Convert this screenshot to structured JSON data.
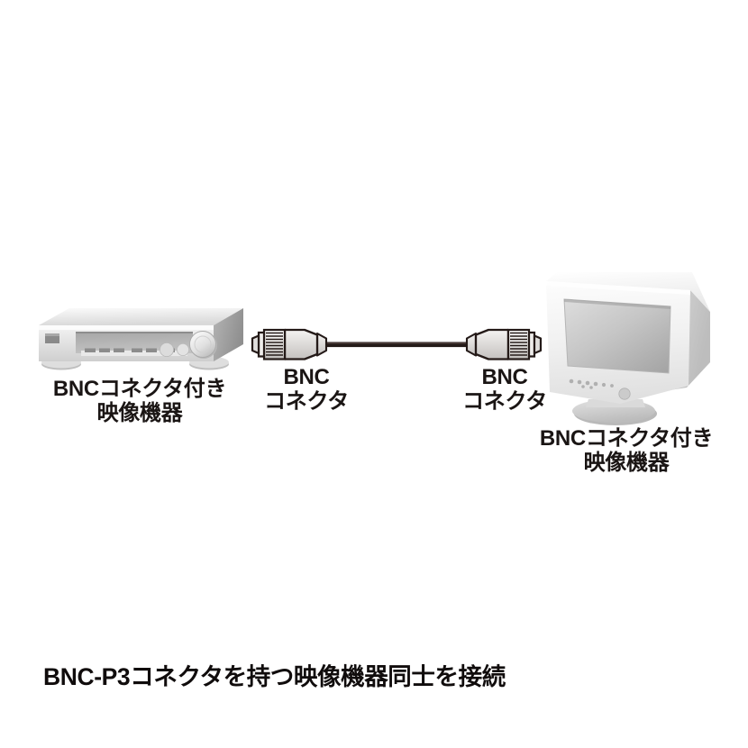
{
  "diagram": {
    "title_caption": "BNC-P3コネクタを持つ映像機器同士を接続",
    "labels": {
      "source_device": "BNCコネクタ付き\n映像機器",
      "connector_left": "BNC\nコネクタ",
      "connector_right": "BNC\nコネクタ",
      "dest_device": "BNCコネクタ付き\n映像機器"
    },
    "icons": {
      "source": "av-receiver-icon",
      "destination": "crt-monitor-icon",
      "cable": "bnc-coaxial-cable-icon",
      "connector_left": "bnc-connector-icon",
      "connector_right": "bnc-connector-icon"
    },
    "colors": {
      "background": "#ffffff",
      "text": "#1a1514",
      "caption_text": "#100c0c",
      "cable": "#241a18",
      "connector_outline": "#241a18",
      "connector_body_light": "#e3e1df",
      "connector_body_mid": "#c9c7c5",
      "device_light": "#f2f2f2",
      "device_mid": "#d6d6d6",
      "device_dark": "#9b9b9b",
      "screen_light": "#d5d5d5",
      "screen_dark": "#a9a9a9"
    }
  }
}
